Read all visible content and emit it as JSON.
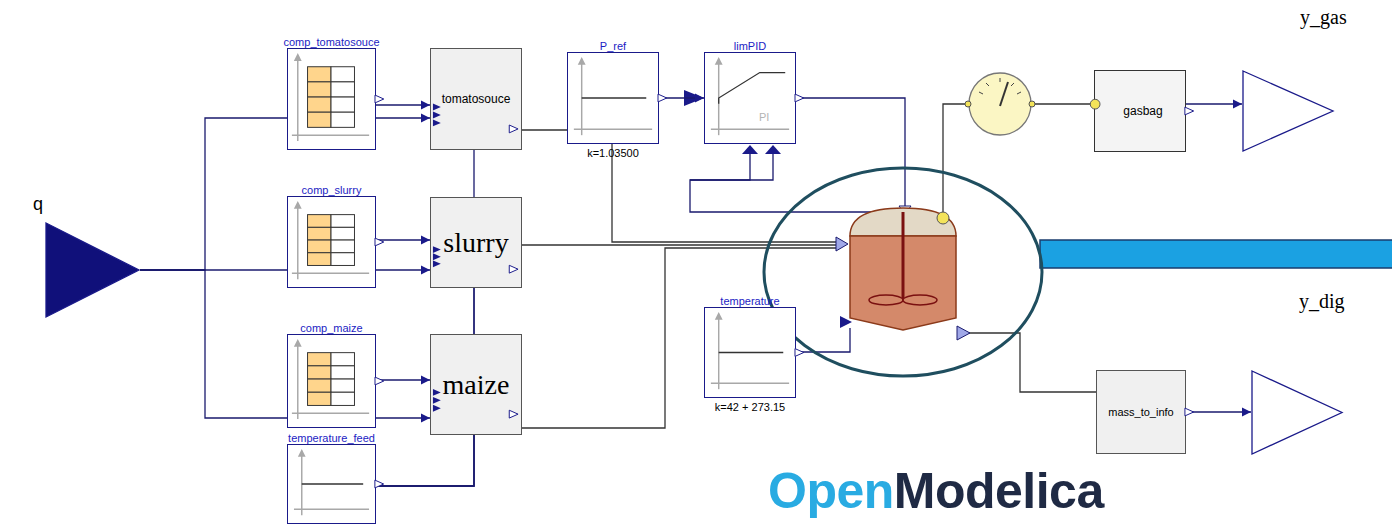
{
  "diagram": {
    "nodes": [
      {
        "text": [
          "q"
        ]
      },
      {
        "text": [
          "comp_tomatosouce"
        ]
      },
      {
        "text": [
          "comp_slurry"
        ]
      },
      {
        "text": [
          "comp_maize"
        ]
      },
      {
        "text": [
          "temperature_feed"
        ]
      },
      {
        "text": [
          "tomatosouce"
        ]
      },
      {
        "text": [
          "slurry"
        ]
      },
      {
        "text": [
          "maize"
        ]
      },
      {
        "text": [
          "P_ref",
          "k=1.03500"
        ]
      },
      {
        "text": [
          "limPID",
          "PI"
        ]
      },
      {
        "text": [
          "temperature",
          "k=42 + 273.15"
        ]
      },
      {
        "text": [
          "gasbag"
        ]
      },
      {
        "text": [
          "y_gas"
        ]
      },
      {
        "text": [
          "mass_to_info"
        ]
      },
      {
        "text": [
          "y_dig"
        ]
      }
    ],
    "edges": [
      {
        "from": 0,
        "to": 5,
        "arrow": "to"
      },
      {
        "from": 0,
        "to": 6,
        "arrow": "to"
      },
      {
        "from": 0,
        "to": 7,
        "arrow": "to"
      },
      {
        "from": 1,
        "to": 5,
        "arrow": "to"
      },
      {
        "from": 2,
        "to": 6,
        "arrow": "to"
      },
      {
        "from": 3,
        "to": 7,
        "arrow": "to"
      },
      {
        "from": 4,
        "to": 5,
        "arrow": "none"
      },
      {
        "from": 4,
        "to": 6,
        "arrow": "none"
      },
      {
        "from": 4,
        "to": 7,
        "arrow": "none"
      },
      {
        "from": 8,
        "to": 9,
        "arrow": "to"
      },
      {
        "from": 11,
        "to": 12,
        "arrow": "to"
      },
      {
        "from": 13,
        "to": 14,
        "arrow": "to"
      }
    ],
    "labels": [
      "Open",
      "Modelica"
    ]
  }
}
